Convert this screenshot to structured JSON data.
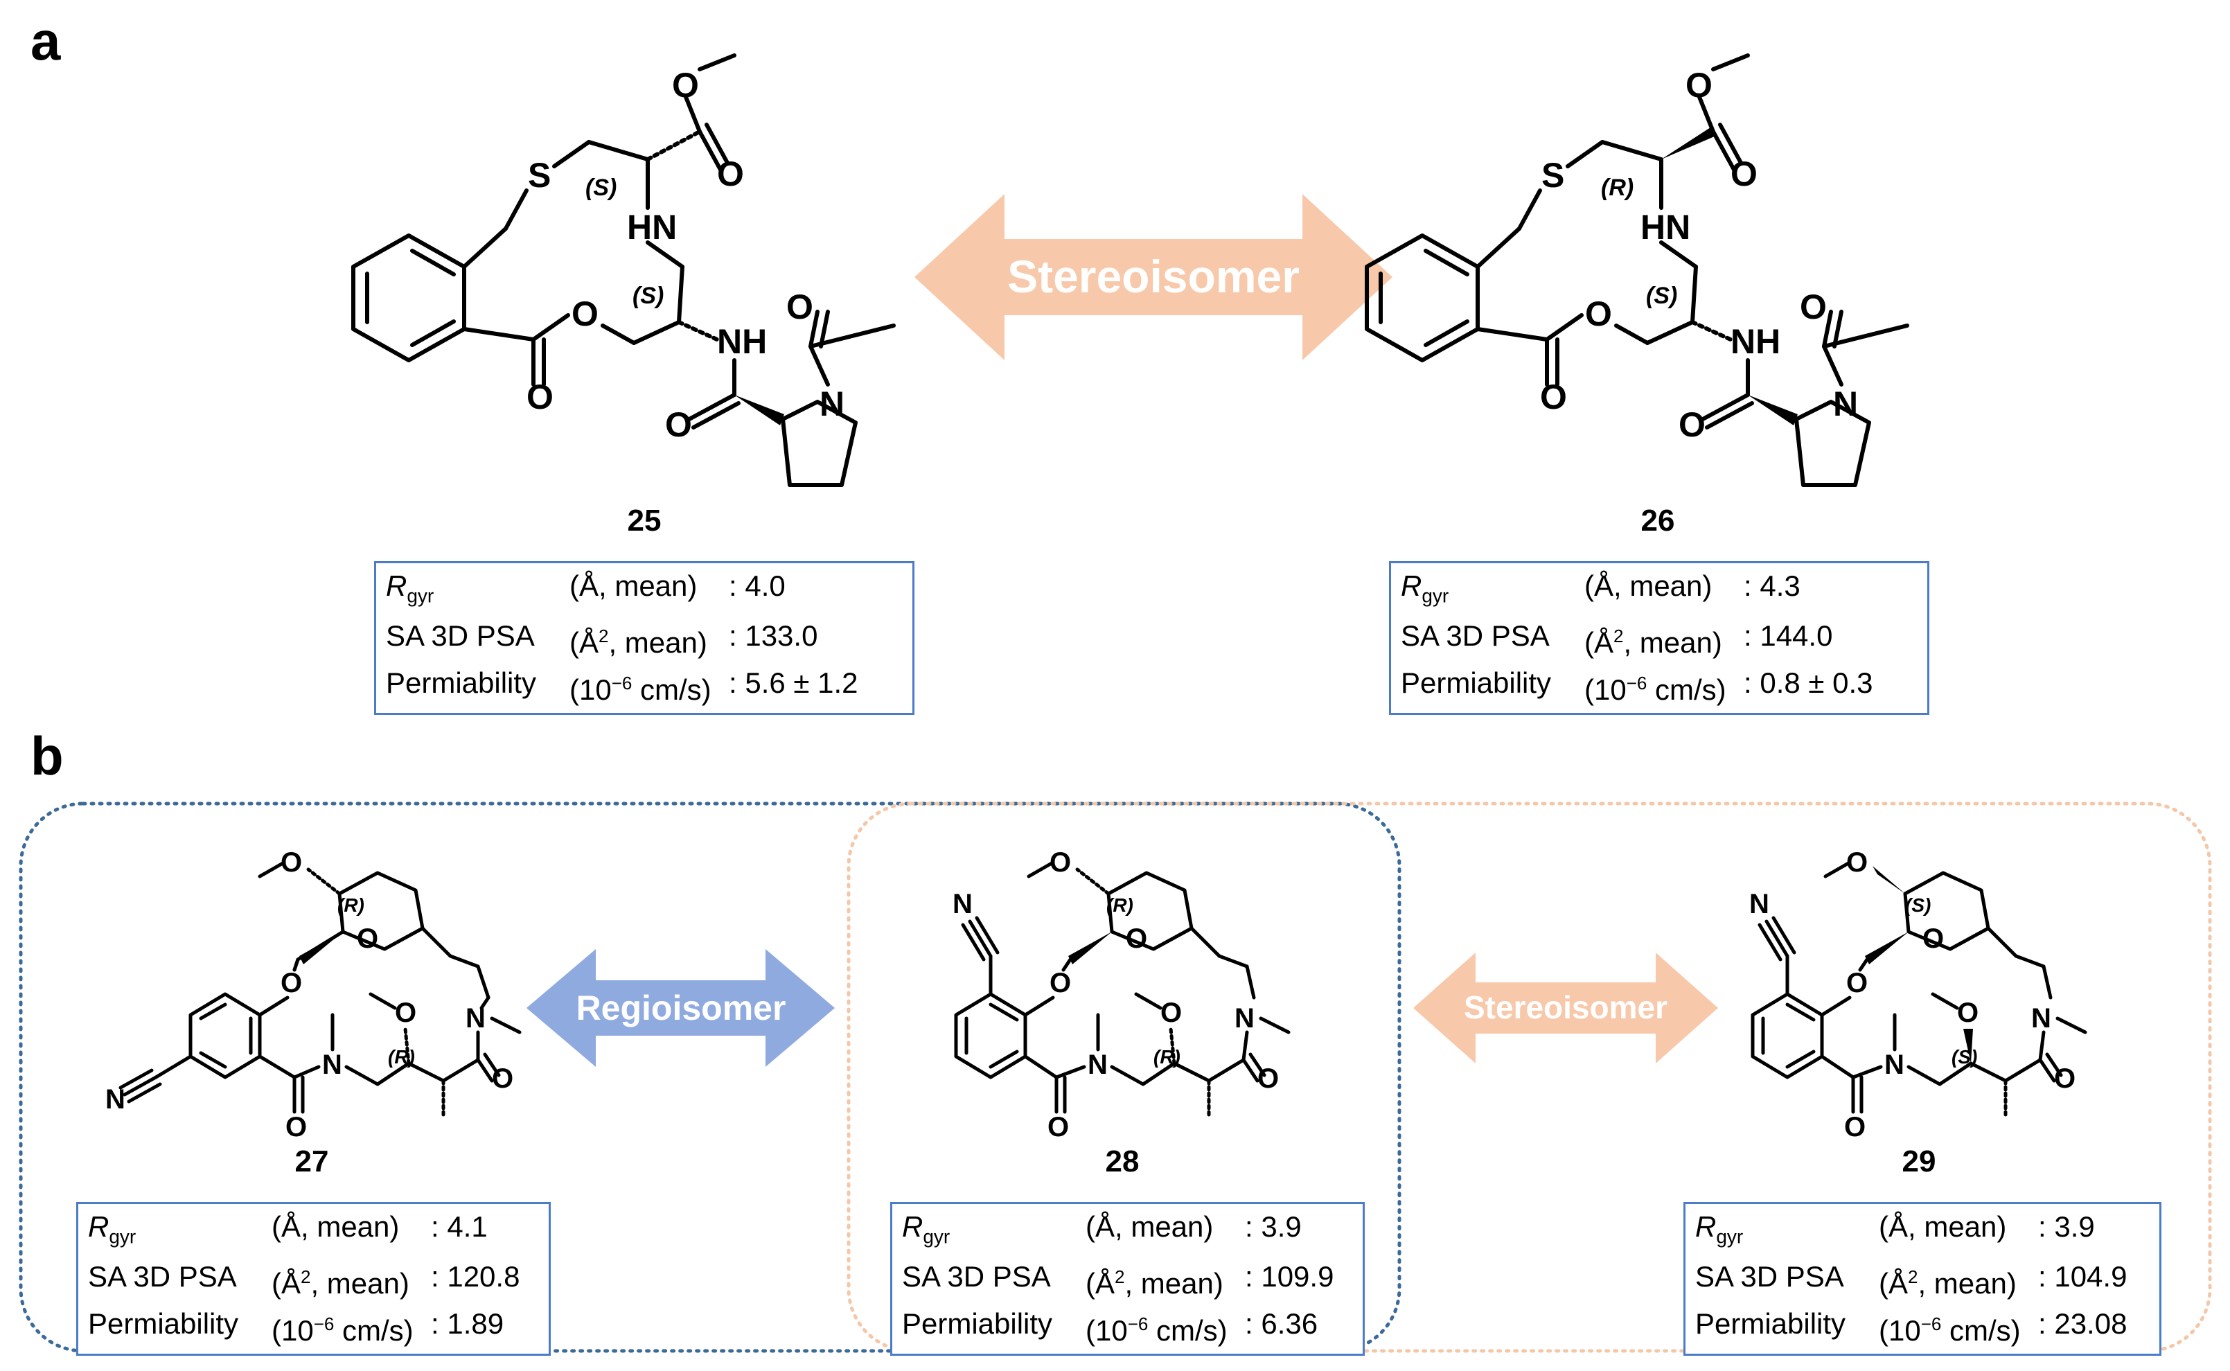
{
  "panels": {
    "a": "a",
    "b": "b"
  },
  "arrows": {
    "stereo_a": "Stereoisomer",
    "regio_b": "Regioisomer",
    "stereo_b": "Stereoisomer"
  },
  "colors": {
    "stereo_arrow": "#f7c9aa",
    "regio_arrow": "#8faadf",
    "box_border": "#4a7cc9",
    "blue_group": "#3a6a99",
    "orange_group": "#f3c7a8"
  },
  "atom_labels": {
    "S": "S",
    "HN": "HN",
    "NH": "NH",
    "N": "N",
    "O": "O"
  },
  "stereo_labels": {
    "c25_top": "(S)",
    "c25_bottom": "(S)",
    "c26_top": "(R)",
    "c26_bottom": "(S)",
    "c27_ring": "(R)",
    "c27_chain": "(R)",
    "c28_ring": "(R)",
    "c28_chain": "(R)",
    "c29_ring": "(S)",
    "c29_chain": "(S)"
  },
  "compounds": [
    {
      "id": "25",
      "rgyr_sym": "R",
      "rgyr_sub": "gyr",
      "rgyr_unit": "(Å, mean)",
      "rgyr": ": 4.0",
      "psa_label": "SA 3D PSA",
      "psa_unit_pre": "(Å",
      "psa_unit_sup": "2",
      "psa_unit_post": ", mean)",
      "psa": ": 133.0",
      "perm_label": "Permiability",
      "perm_unit_pre": "(10",
      "perm_unit_sup": "−6",
      "perm_unit_post": " cm/s)",
      "perm": ": 5.6 ± 1.2"
    },
    {
      "id": "26",
      "rgyr_sym": "R",
      "rgyr_sub": "gyr",
      "rgyr_unit": "(Å, mean)",
      "rgyr": ": 4.3",
      "psa_label": "SA 3D PSA",
      "psa_unit_pre": "(Å",
      "psa_unit_sup": "2",
      "psa_unit_post": ", mean)",
      "psa": ": 144.0",
      "perm_label": "Permiability",
      "perm_unit_pre": "(10",
      "perm_unit_sup": "−6",
      "perm_unit_post": " cm/s)",
      "perm": ": 0.8 ± 0.3"
    },
    {
      "id": "27",
      "rgyr_sym": "R",
      "rgyr_sub": "gyr",
      "rgyr_unit": "(Å, mean)",
      "rgyr": ": 4.1",
      "psa_label": "SA 3D PSA",
      "psa_unit_pre": "(Å",
      "psa_unit_sup": "2",
      "psa_unit_post": ", mean)",
      "psa": ": 120.8",
      "perm_label": "Permiability",
      "perm_unit_pre": "(10",
      "perm_unit_sup": "−6",
      "perm_unit_post": " cm/s)",
      "perm": ": 1.89"
    },
    {
      "id": "28",
      "rgyr_sym": "R",
      "rgyr_sub": "gyr",
      "rgyr_unit": "(Å, mean)",
      "rgyr": ": 3.9",
      "psa_label": "SA 3D PSA",
      "psa_unit_pre": "(Å",
      "psa_unit_sup": "2",
      "psa_unit_post": ", mean)",
      "psa": ": 109.9",
      "perm_label": "Permiability",
      "perm_unit_pre": "(10",
      "perm_unit_sup": "−6",
      "perm_unit_post": " cm/s)",
      "perm": ": 6.36"
    },
    {
      "id": "29",
      "rgyr_sym": "R",
      "rgyr_sub": "gyr",
      "rgyr_unit": "(Å, mean)",
      "rgyr": ": 3.9",
      "psa_label": "SA 3D PSA",
      "psa_unit_pre": "(Å",
      "psa_unit_sup": "2",
      "psa_unit_post": ", mean)",
      "psa": ": 104.9",
      "perm_label": "Permiability",
      "perm_unit_pre": "(10",
      "perm_unit_sup": "−6",
      "perm_unit_post": " cm/s)",
      "perm": ": 23.08"
    }
  ]
}
